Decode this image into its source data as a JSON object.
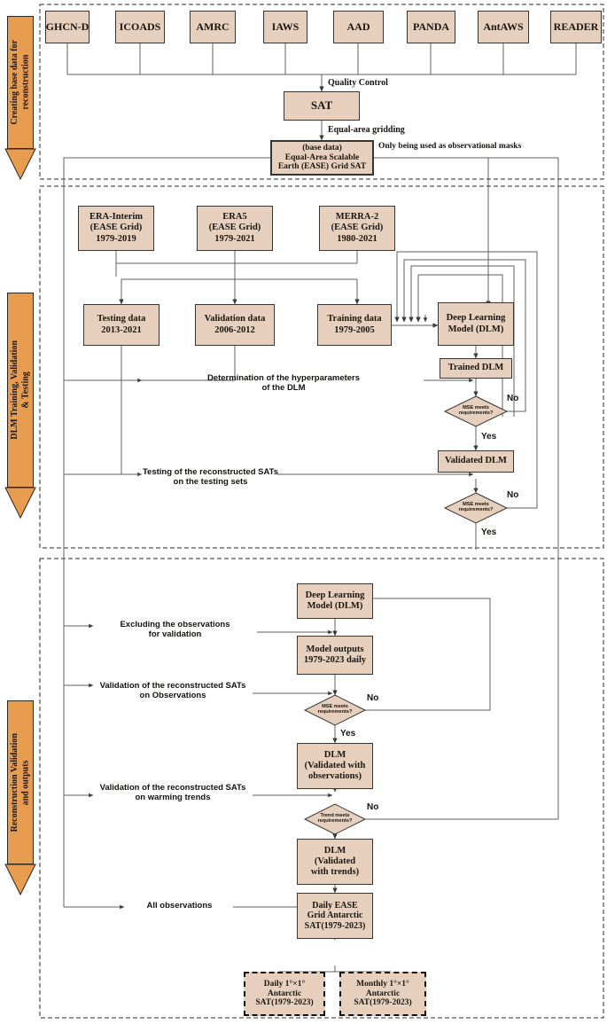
{
  "title": "Antarctic SAT reconstruction workflow",
  "colors": {
    "box_fill": "#e6d0bd",
    "box_stroke": "#3a3430",
    "stage_fill": "#e89c4f",
    "line": "#5a5a5a",
    "panel_border": "#2b2b2b"
  },
  "stages": [
    {
      "name": "creating-base-data",
      "label": "Creating base data for\nreconstruction"
    },
    {
      "name": "dlm-training",
      "label": "DLM Training, Validation\n& Testing"
    },
    {
      "name": "reconstruction-validation",
      "label": "Reconstruction Validation\nand outputs"
    }
  ],
  "section1": {
    "sources": [
      {
        "id": "ghcnd",
        "label": "GHCN-D"
      },
      {
        "id": "icoads",
        "label": "ICOADS"
      },
      {
        "id": "amrc",
        "label": "AMRC"
      },
      {
        "id": "iaws",
        "label": "IAWS"
      },
      {
        "id": "aad",
        "label": "AAD"
      },
      {
        "id": "panda",
        "label": "PANDA"
      },
      {
        "id": "antaws",
        "label": "AntAWS"
      },
      {
        "id": "reader",
        "label": "READER"
      }
    ],
    "edge_quality_control": "Quality Control",
    "sat": "SAT",
    "edge_equal_area": "Equal-area gridding",
    "ease": {
      "l1": "(base data)",
      "l2": "Equal-Area Scalable",
      "l3": "Earth (EASE) Grid SAT"
    },
    "edge_masks": "Only being used as observational masks"
  },
  "section2": {
    "reanalyses": [
      {
        "id": "era-interim",
        "l1": "ERA-Interim",
        "l2": "(EASE Grid)",
        "l3": "1979-2019"
      },
      {
        "id": "era5",
        "l1": "ERA5",
        "l2": "(EASE Grid)",
        "l3": "1979-2021"
      },
      {
        "id": "merra2",
        "l1": "MERRA-2",
        "l2": "(EASE Grid)",
        "l3": "1980-2021"
      }
    ],
    "splits": [
      {
        "id": "testing-data",
        "l1": "Testing data",
        "l2": "2013-2021"
      },
      {
        "id": "validation-data",
        "l1": "Validation data",
        "l2": "2006-2012"
      },
      {
        "id": "training-data",
        "l1": "Training data",
        "l2": "1979-2005"
      }
    ],
    "dlm": {
      "l1": "Deep Learning",
      "l2": "Model (DLM)"
    },
    "trained_dlm": "Trained DLM",
    "validated_dlm": "Validated DLM",
    "diamond1": {
      "l1": "MSE meets",
      "l2": "requirements?"
    },
    "diamond2": {
      "l1": "MSE meets",
      "l2": "requirements?"
    },
    "note_hyper": {
      "l1": "Determination of the hyperparameters",
      "l2": "of the DLM"
    },
    "note_testing": {
      "l1": "Testing of the reconstructed SATs",
      "l2": "on the testing sets"
    },
    "yes": "Yes",
    "no": "No"
  },
  "section3": {
    "dlm": {
      "l1": "Deep Learning",
      "l2": "Model (DLM)"
    },
    "note_exclude": {
      "l1": "Excluding the observations",
      "l2": "for validation"
    },
    "model_outputs": {
      "l1": "Model outputs",
      "l2": "1979-2023 daily"
    },
    "note_valid_obs": {
      "l1": "Validation of the reconstructed SATs",
      "l2": "on Observations"
    },
    "diamond_mse": {
      "l1": "MSE meets",
      "l2": "requirements?"
    },
    "dlm_obs": {
      "l1": "DLM",
      "l2": "(Validated with",
      "l3": "observations)"
    },
    "note_valid_trend": {
      "l1": "Validation of the reconstructed SATs",
      "l2": "on warming trends"
    },
    "diamond_trend": {
      "l1": "Trend meets",
      "l2": "requirements?"
    },
    "dlm_trend": {
      "l1": "DLM",
      "l2": "(Validated",
      "l3": "with trends)"
    },
    "note_all_obs": "All observations",
    "daily_ease": {
      "l1": "Daily EASE",
      "l2": "Grid Antarctic",
      "l3": "SAT(1979-2023)"
    },
    "outputs": [
      {
        "id": "daily-1x1",
        "l1": "Daily 1°×1°",
        "l2": "Antarctic",
        "l3": "SAT(1979-2023)"
      },
      {
        "id": "monthly-1x1",
        "l1": "Monthly 1°×1°",
        "l2": "Antarctic",
        "l3": "SAT(1979-2023)"
      }
    ],
    "yes": "Yes",
    "no": "No"
  }
}
